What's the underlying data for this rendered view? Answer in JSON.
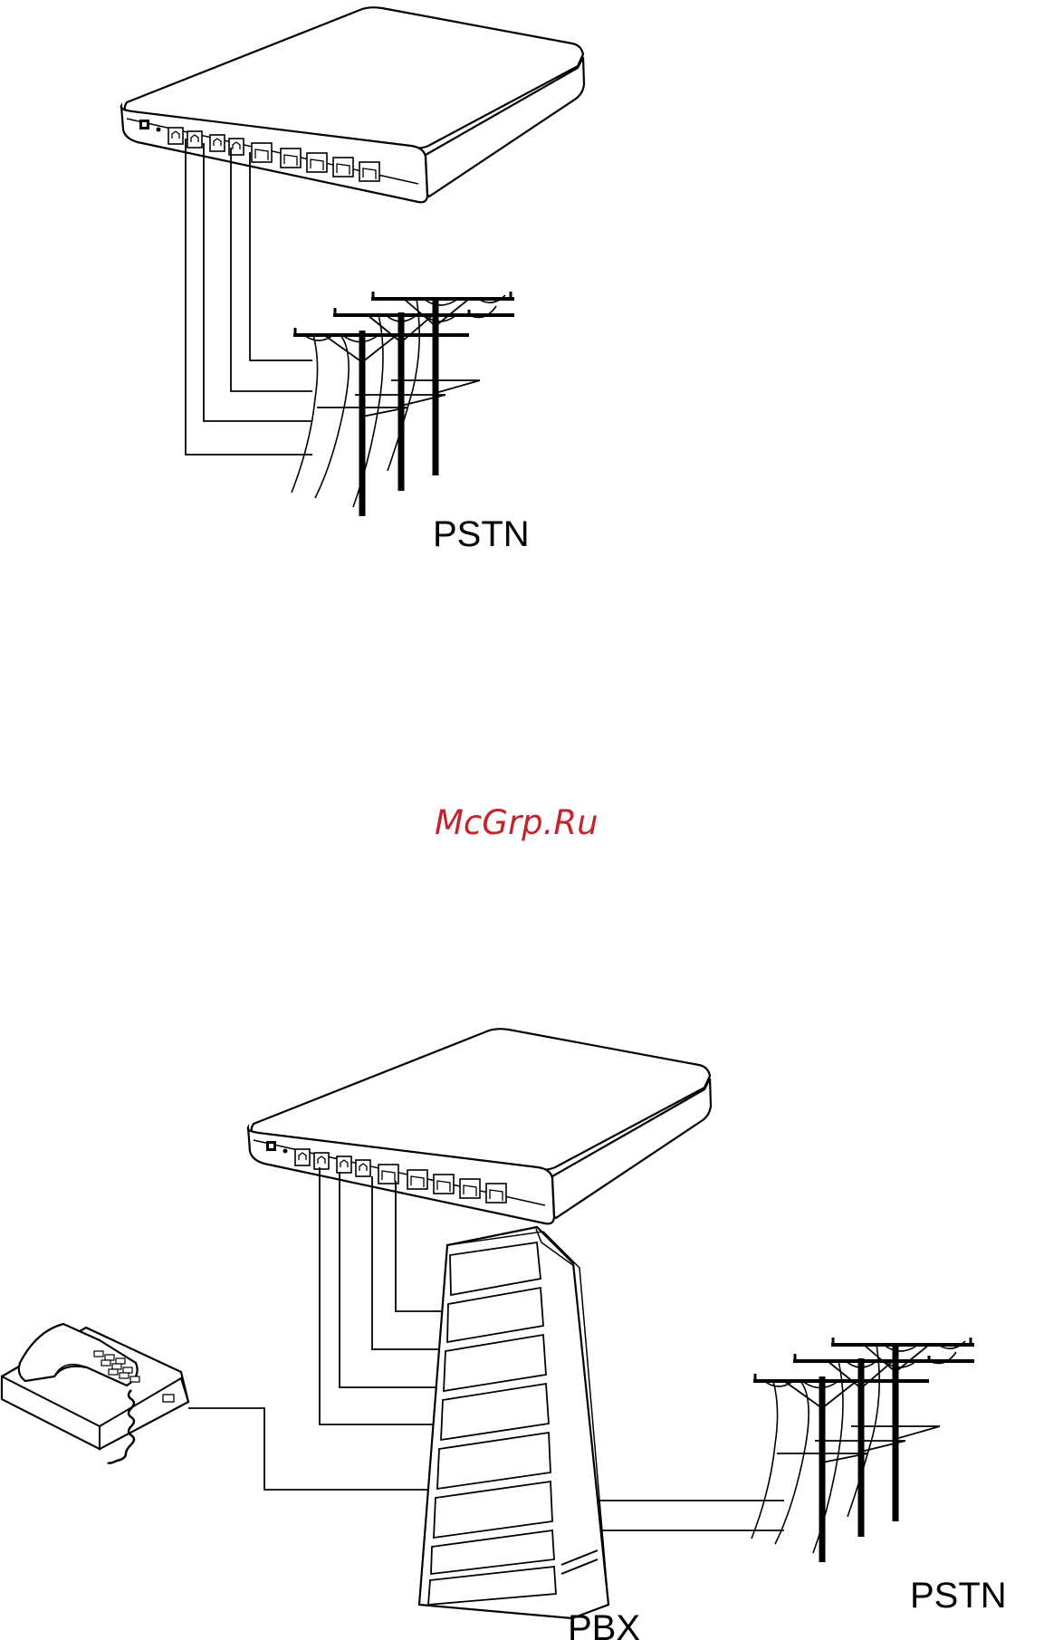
{
  "diagram_top": {
    "network_label": "PSTN"
  },
  "watermark": {
    "text": "McGrp.Ru",
    "color": "#c0272d"
  },
  "diagram_bottom": {
    "pbx_label": "PBX",
    "network_label": "PSTN"
  },
  "icons": [
    "router-device-icon",
    "utility-pole-icon",
    "telephone-icon",
    "pbx-cabinet-icon"
  ]
}
